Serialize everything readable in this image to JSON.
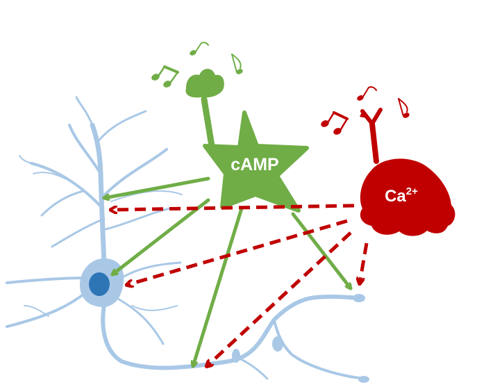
{
  "colors": {
    "neuron": "#a9c8e6",
    "nucleus": "#2e75b6",
    "camp": "#70ad47",
    "calcium": "#c00000"
  },
  "labels": {
    "camp": "cAMP",
    "ca_base": "Ca",
    "ca_charge": "2+"
  },
  "icons": {
    "music_notes": "music-note-icon"
  }
}
